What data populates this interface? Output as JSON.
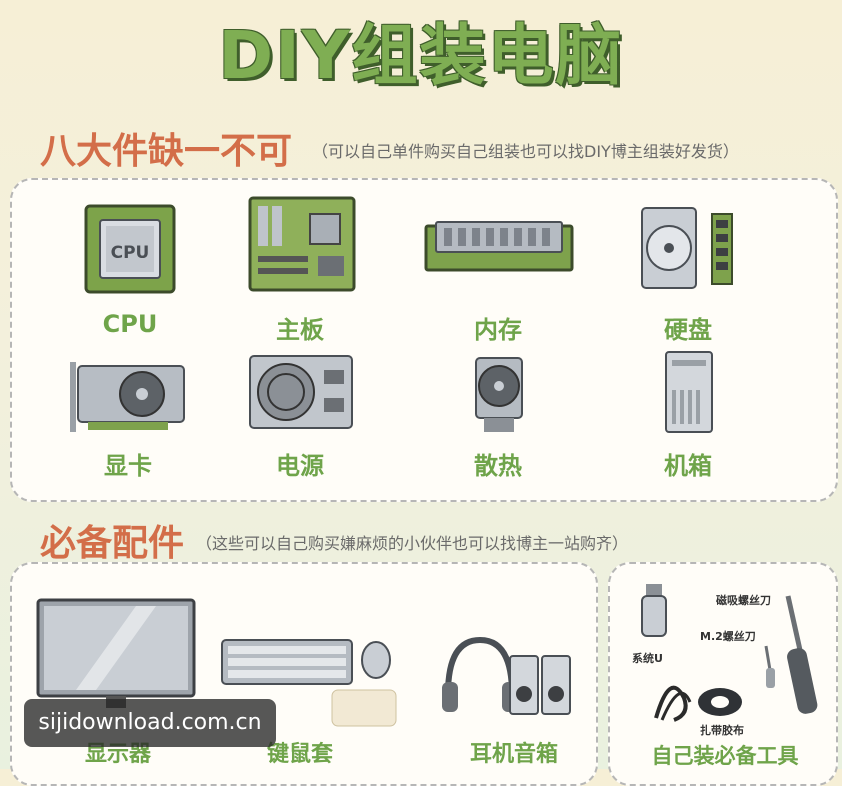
{
  "title": "DIY组装电脑",
  "section1": {
    "heading": "八大件缺一不可",
    "note": "（可以自己单件购买自己组装也可以找DIY博主组装好发货）",
    "items": [
      {
        "label": "CPU",
        "icon": "cpu-icon",
        "chip_text": "CPU"
      },
      {
        "label": "主板",
        "icon": "motherboard-icon"
      },
      {
        "label": "内存",
        "icon": "ram-icon"
      },
      {
        "label": "硬盘",
        "icon": "hard-drive-icon"
      },
      {
        "label": "显卡",
        "icon": "graphics-card-icon"
      },
      {
        "label": "电源",
        "icon": "power-supply-icon"
      },
      {
        "label": "散热",
        "icon": "cooler-icon"
      },
      {
        "label": "机箱",
        "icon": "case-icon"
      }
    ]
  },
  "section2": {
    "heading": "必备配件",
    "note": "（这些可以自己购买嫌麻烦的小伙伴也可以找博主一站购齐）",
    "items": [
      {
        "label": "显示器",
        "icon": "monitor-icon"
      },
      {
        "label": "键鼠套",
        "icon": "keyboard-mouse-icon"
      },
      {
        "label": "耳机音箱",
        "icon": "headphones-speakers-icon"
      }
    ],
    "tools": {
      "label": "自己装必备工具",
      "items": [
        "磁吸螺丝刀",
        "M.2螺丝刀",
        "系统U",
        "扎带胶布"
      ]
    }
  },
  "watermark": "sijidownload.com.cn",
  "colors": {
    "green": "#7fae53",
    "orange": "#d36e49",
    "outline": "#3f5e2b"
  }
}
